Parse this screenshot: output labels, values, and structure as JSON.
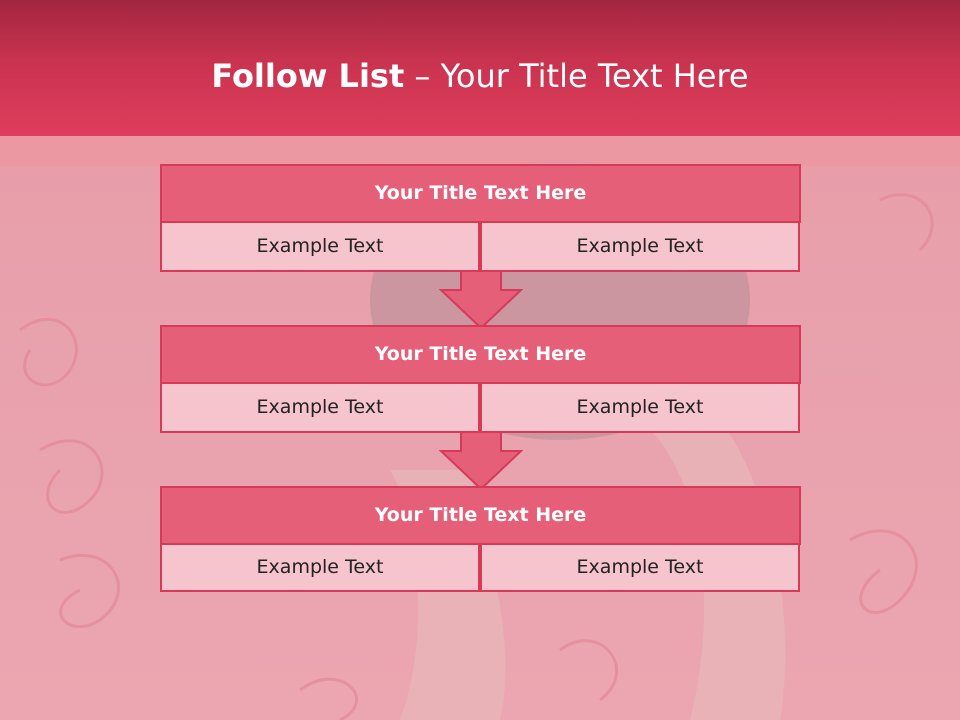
{
  "slide": {
    "title_bold": "Follow List",
    "title_rest": "– Your Title Text Here"
  },
  "blocks": [
    {
      "title": "Your Title Text Here",
      "left": "Example Text",
      "right": "Example Text"
    },
    {
      "title": "Your Title Text Here",
      "left": "Example Text",
      "right": "Example Text"
    },
    {
      "title": "Your Title Text Here",
      "left": "Example Text",
      "right": "Example Text"
    }
  ],
  "colors": {
    "header": "#df3d5c",
    "block_head": "#e65f79",
    "cell": "#f5c4cc",
    "border": "#d63a58"
  }
}
